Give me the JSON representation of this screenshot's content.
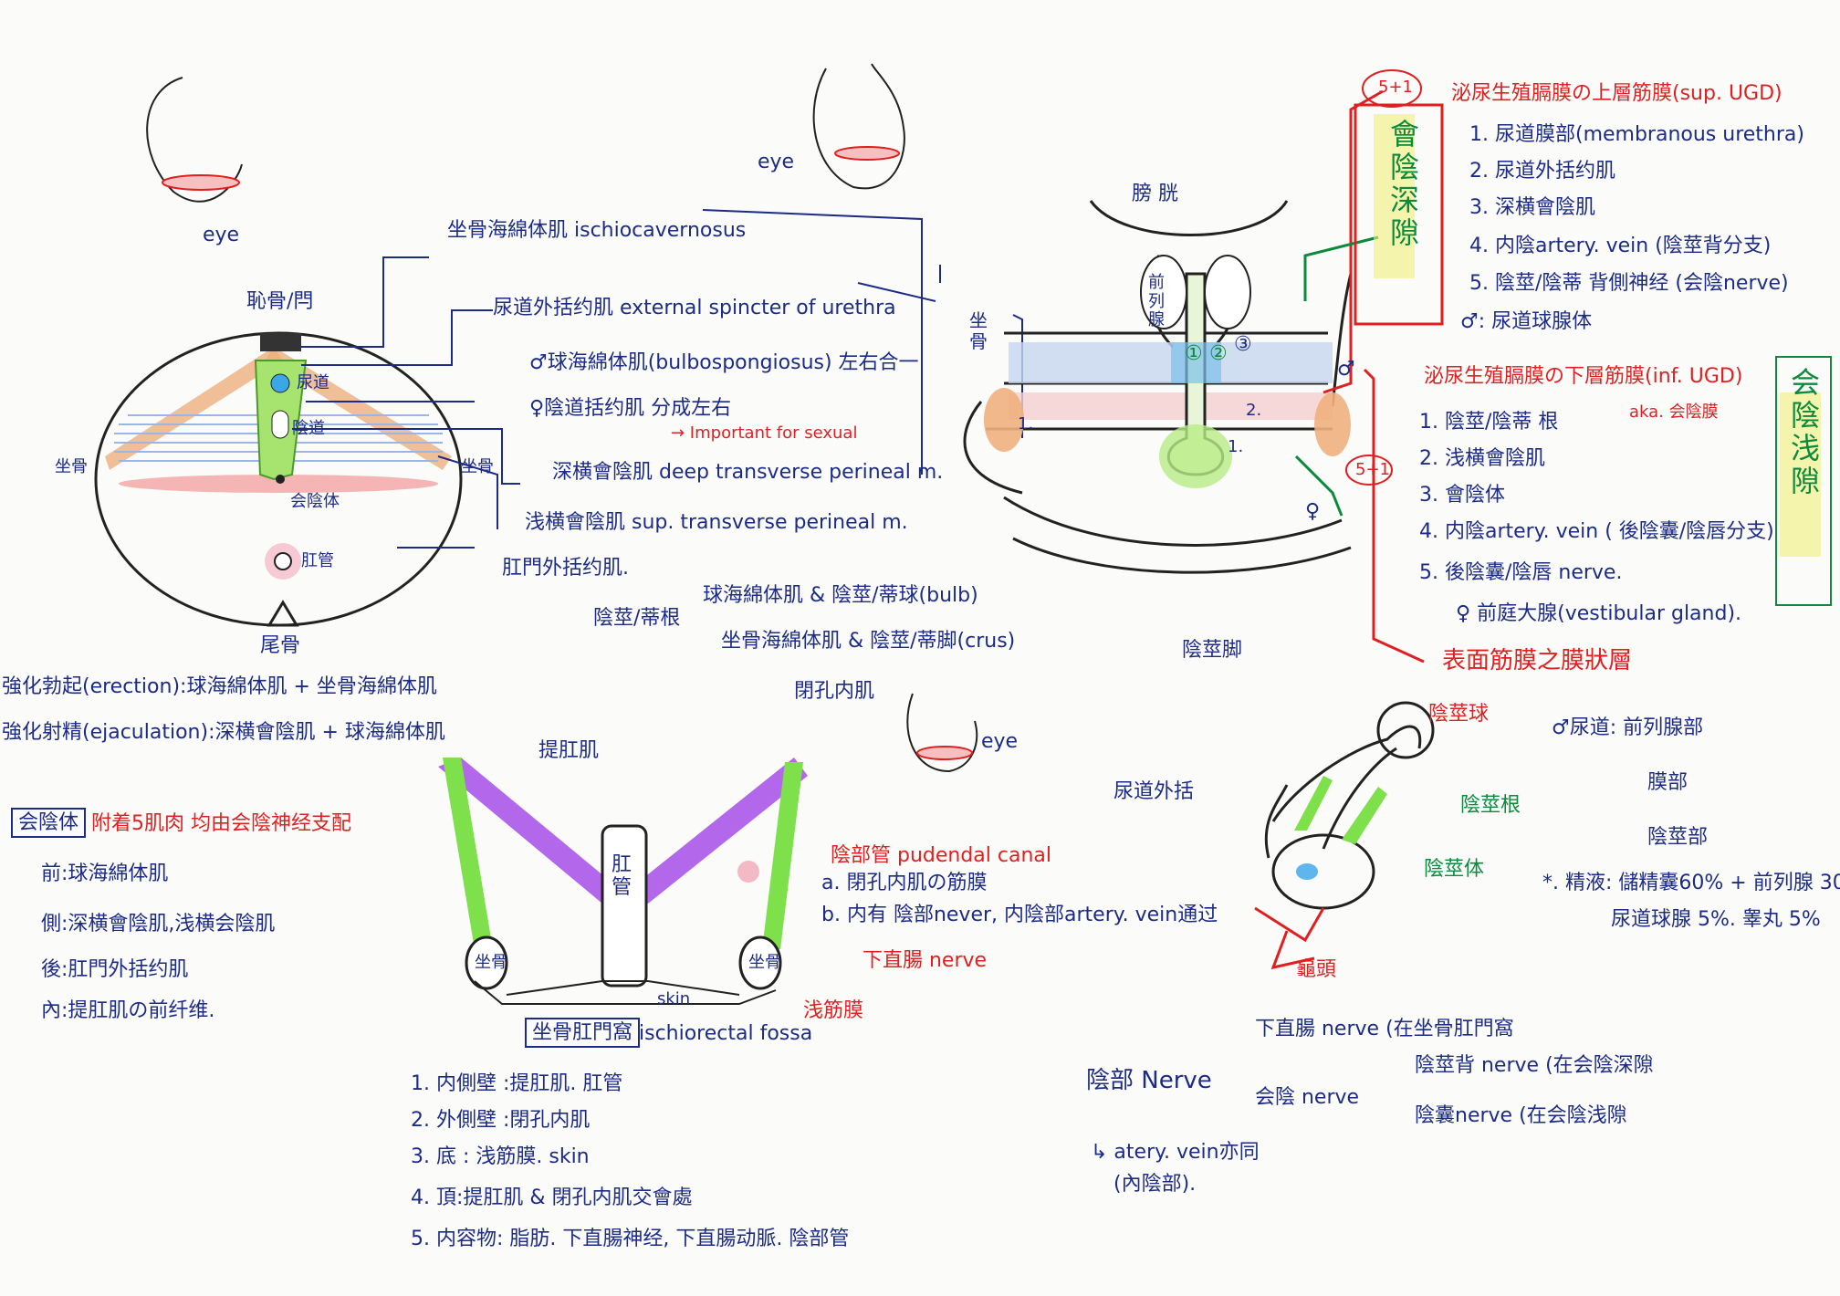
{
  "colors": {
    "ink": "#1c2b86",
    "red": "#e02020",
    "green": "#0a8a3a",
    "orange": "#e3a06a",
    "purple": "#a64ce8",
    "lime": "#7ee04a",
    "yellow": "#f4f27a",
    "blue": "#6fb6e8"
  },
  "left_diagram": {
    "eye": "eye",
    "pubis": "恥骨/閂",
    "ischium_left": "坐骨",
    "ischium_right": "坐骨",
    "coccyx": "尾骨",
    "urethra": "尿道",
    "vagina": "陰道",
    "perineal_body": "会陰体",
    "anus": "肛管"
  },
  "muscles": [
    {
      "text": "坐骨海綿体肌 ischiocavernosus"
    },
    {
      "text": "尿道外括约肌 external spincter of urethra"
    },
    {
      "text": "♂球海綿体肌(bulbospongiosus) 左右合一"
    },
    {
      "text": "♀陰道括约肌 分成左右"
    },
    {
      "text": "→ Important for sexual"
    },
    {
      "text": "深横會陰肌 deep transverse perineal m."
    },
    {
      "text": "浅横會陰肌 sup. transverse perineal m."
    },
    {
      "text": "肛門外括约肌."
    }
  ],
  "root": {
    "label": "陰莖/蒂根",
    "items": [
      "球海綿体肌 & 陰莖/蒂球(bulb)",
      "坐骨海綿体肌 & 陰莖/蒂脚(crus)"
    ]
  },
  "function": [
    "強化勃起(erection):球海綿体肌 + 坐骨海綿体肌",
    "強化射精(ejaculation):深横會陰肌 + 球海綿体肌"
  ],
  "perineal_body": {
    "title": "会陰体",
    "subtitle": "附着5肌肉 均由会陰神经支配",
    "items": [
      "前:球海綿体肌",
      "側:深横會陰肌,浅横会陰肌",
      "後:肛門外括约肌",
      "內:提肛肌の前纤维."
    ]
  },
  "fossa": {
    "levator": "提肛肌",
    "obturator": "閉孔内肌",
    "anal_canal": "肛管",
    "ischium": "坐骨",
    "skin": "skin",
    "eye": "eye",
    "pudendal_canal": "陰部管 pudendal canal",
    "a": "a. 閉孔内肌の筋膜",
    "b": "b. 内有 陰部never, 内陰部artery. vein通过",
    "inf_rectal": "下直腸 nerve",
    "superficial_fascia": "浅筋膜",
    "title": "坐骨肛門窩",
    "title_en": "ischiorectal fossa",
    "walls": [
      "1. 内側壁 :提肛肌. 肛管",
      "2. 外側壁 :閉孔内肌",
      "3. 底 : 浅筋膜. skin",
      "4. 頂:提肛肌 & 閉孔内肌交會處",
      "5. 内容物: 脂肪. 下直腸神经, 下直腸动脈. 陰部管"
    ]
  },
  "section": {
    "eye": "eye",
    "bladder": "膀 胱",
    "prostate": "前列腺",
    "ischium": "坐骨",
    "n1": "①",
    "n2": "②",
    "n3": "③",
    "m1": "1.",
    "m2": "2.",
    "m1b": "1.",
    "five_plus_one": "5+1",
    "five_plus_one_b": "5+1",
    "female": "♀",
    "male": "♂"
  },
  "deep": {
    "box": "會陰深隙",
    "header": "泌尿生殖膈膜の上層筋膜(sup. UGD)",
    "items": [
      "1. 尿道膜部(membranous urethra)",
      "2. 尿道外括约肌",
      "3. 深横會陰肌",
      "4. 内陰artery. vein (陰莖背分支)",
      "5. 陰莖/陰蒂 背側神经 (会陰nerve)",
      "♂: 尿道球腺体"
    ]
  },
  "superficial": {
    "box": "会陰浅隙",
    "header": "泌尿生殖膈膜の下層筋膜(inf. UGD)",
    "items": [
      "1. 陰莖/陰蒂 根",
      "aka. 会陰膜",
      "2. 浅横會陰肌",
      "3. 會陰体",
      "4. 内陰artery. vein ( 後陰囊/陰唇分支)",
      "5. 後陰囊/陰唇 nerve.",
      "♀ 前庭大腺(vestibular gland)."
    ],
    "footer": "表面筋膜之膜狀層"
  },
  "penis": {
    "crus": "陰莖脚",
    "bulb": "陰莖球",
    "sphincter": "尿道外括",
    "root": "陰莖根",
    "body": "陰莖体",
    "glans": "龜頭"
  },
  "urethra": {
    "male": "♂尿道: 前列腺部",
    "membranous": "膜部",
    "spongy": "陰莖部",
    "semen": "*. 精液: 儲精囊60% + 前列腺 30%",
    "semen2": "尿道球腺 5%. 睾丸 5%"
  },
  "nerve": {
    "title": "陰部 Nerve",
    "branch1": "下直腸 nerve (在坐骨肛門窩",
    "branch2": "会陰 nerve",
    "sub1": "陰莖背 nerve (在会陰深隙",
    "sub2": "陰囊nerve (在会陰浅隙",
    "note": "↳ atery. vein亦同",
    "note2": "(內陰部)."
  }
}
